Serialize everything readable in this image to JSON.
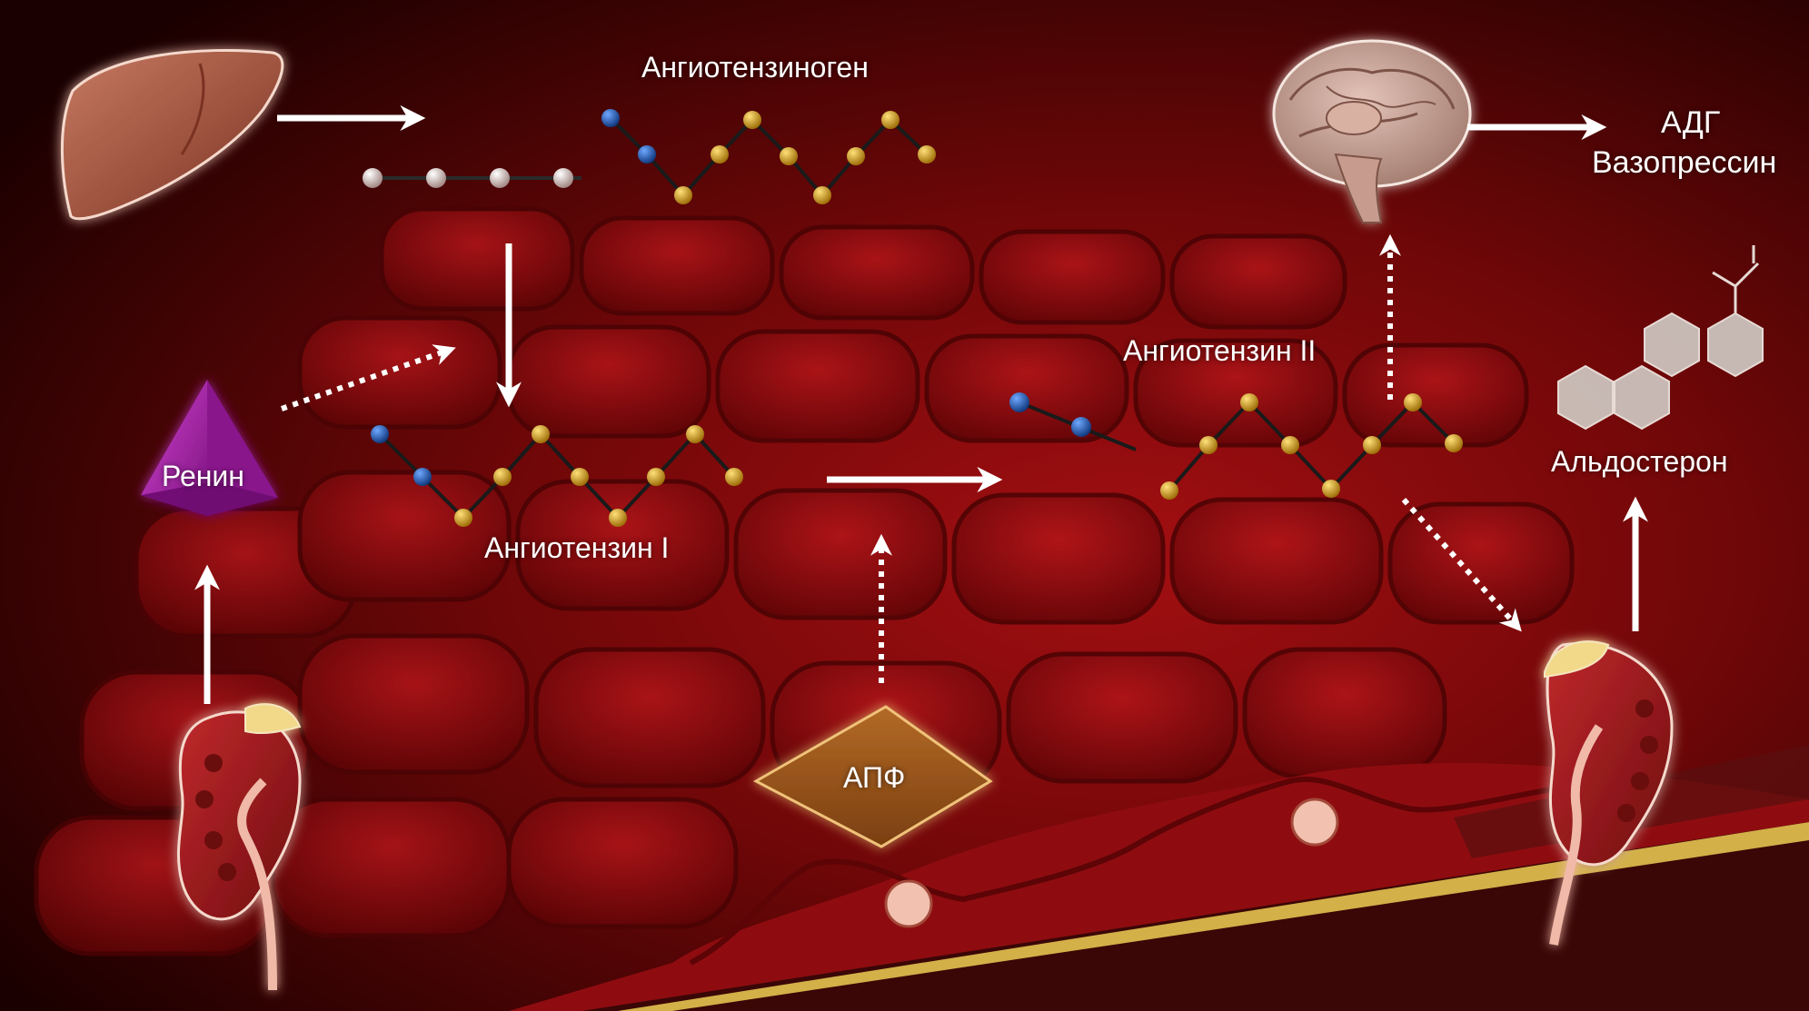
{
  "labels": {
    "angiotensinogen": "Ангиотензиноген",
    "renin": "Ренин",
    "angiotensin_1": "Ангиотензин I",
    "angiotensin_2": "Ангиотензин II",
    "ace": "АПФ",
    "adh": "АДГ",
    "vasopressin": "Вазопрессин",
    "aldosterone": "Альдостерон"
  },
  "colors": {
    "background_dark": "#1a0000",
    "tissue_red": "#8e0c10",
    "bead_blue": "#1f5fb0",
    "bead_gold": "#d9a21b",
    "bead_pale": "#d8c4c0",
    "renin_purple": "#9b1f9b",
    "ace_brown": "#9a5a1c",
    "vessel_gold": "#d3b048",
    "arrow_white": "#ffffff"
  },
  "icons": [
    "liver-icon",
    "brain-icon",
    "kidney-icon",
    "steroid-molecule-icon",
    "renin-pyramid-icon",
    "ace-diamond-icon"
  ]
}
